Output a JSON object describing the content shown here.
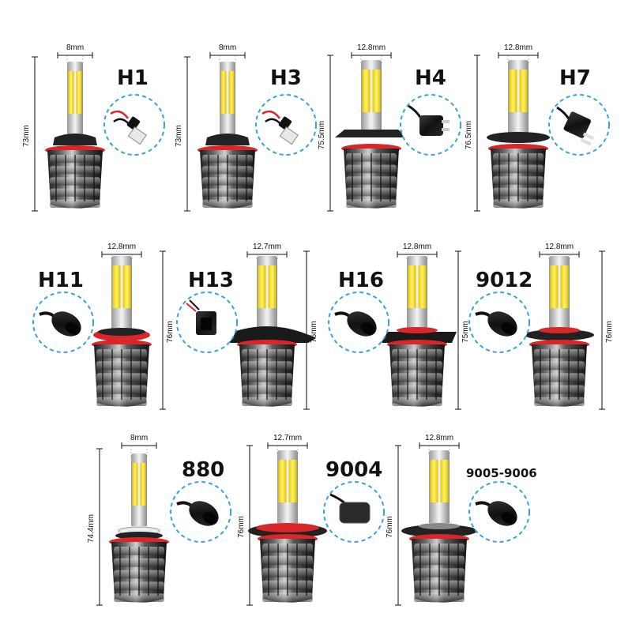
{
  "products": [
    {
      "model": "H1",
      "width": "8mm",
      "height": "73mm",
      "connector": "pigtail-clip"
    },
    {
      "model": "H3",
      "width": "8mm",
      "height": "73mm",
      "connector": "pigtail-clip"
    },
    {
      "model": "H4",
      "width": "12.8mm",
      "height": "75.5mm",
      "connector": "three-pin-plug"
    },
    {
      "model": "H7",
      "width": "12.8mm",
      "height": "76.5mm",
      "connector": "two-pin-plug"
    },
    {
      "model": "H11",
      "width": "12.8mm",
      "height": "76mm",
      "connector": "oval-socket"
    },
    {
      "model": "H13",
      "width": "12.7mm",
      "height": "76mm",
      "connector": "square-socket"
    },
    {
      "model": "H16",
      "width": "12.8mm",
      "height": "75mm",
      "connector": "oval-socket"
    },
    {
      "model": "9012",
      "width": "12.8mm",
      "height": "76mm",
      "connector": "oval-socket"
    },
    {
      "model": "880",
      "width": "8mm",
      "height": "74.4mm",
      "connector": "oval-socket"
    },
    {
      "model": "9004",
      "width": "12.7mm",
      "height": "76mm",
      "connector": "flat-plug"
    },
    {
      "model": "9005-9006",
      "width": "12.8mm",
      "height": "76mm",
      "connector": "oval-socket"
    }
  ],
  "colors": {
    "chip": "#f5e21a",
    "ring": "#d8262a",
    "heatsink": "#3a3a3a",
    "circle": "#3aa0e0"
  }
}
